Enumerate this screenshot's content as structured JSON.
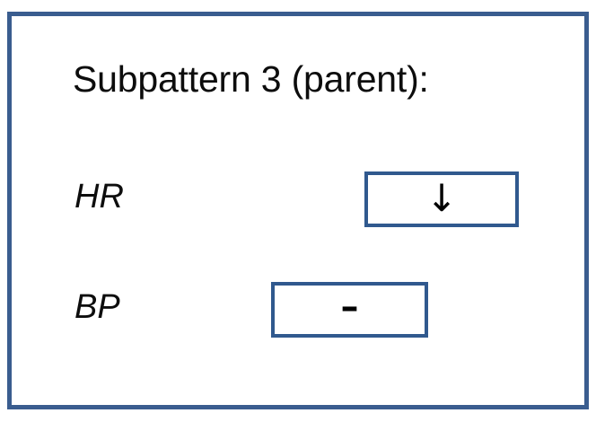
{
  "panel": {
    "title": "Subpattern 3 (parent):",
    "border_color": "#3A5D8F",
    "background_color": "#FFFFFF"
  },
  "rows": [
    {
      "label": "HR",
      "glyph": "↓",
      "glyph_name": "arrow-down-icon",
      "meaning": "decreasing",
      "box_border_color": "#30598E"
    },
    {
      "label": "BP",
      "glyph": "–",
      "glyph_name": "dash-icon",
      "meaning": "unchanged",
      "box_border_color": "#30598E"
    }
  ]
}
